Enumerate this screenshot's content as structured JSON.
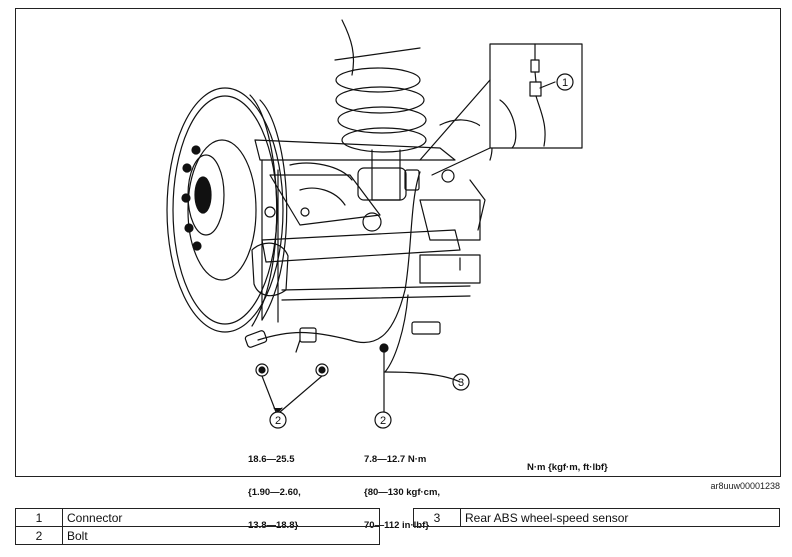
{
  "callouts": {
    "connector": "1",
    "bolt": "2",
    "sensor": "3"
  },
  "torque_left": {
    "line1": "18.6—25.5",
    "line2": "{1.90—2.60,",
    "line3": "13.8—18.8}"
  },
  "torque_right": {
    "line1": "7.8—12.7 N·m",
    "line2": "{80—130 kgf·cm,",
    "line3": "70—112 in·lbf}"
  },
  "units_note": "N·m {kgf·m, ft·lbf}",
  "figure_id": "ar8uuw00001238",
  "legend_left": [
    {
      "num": "1",
      "label": "Connector"
    },
    {
      "num": "2",
      "label": "Bolt"
    }
  ],
  "legend_right": [
    {
      "num": "3",
      "label": "Rear ABS wheel-speed sensor"
    }
  ]
}
